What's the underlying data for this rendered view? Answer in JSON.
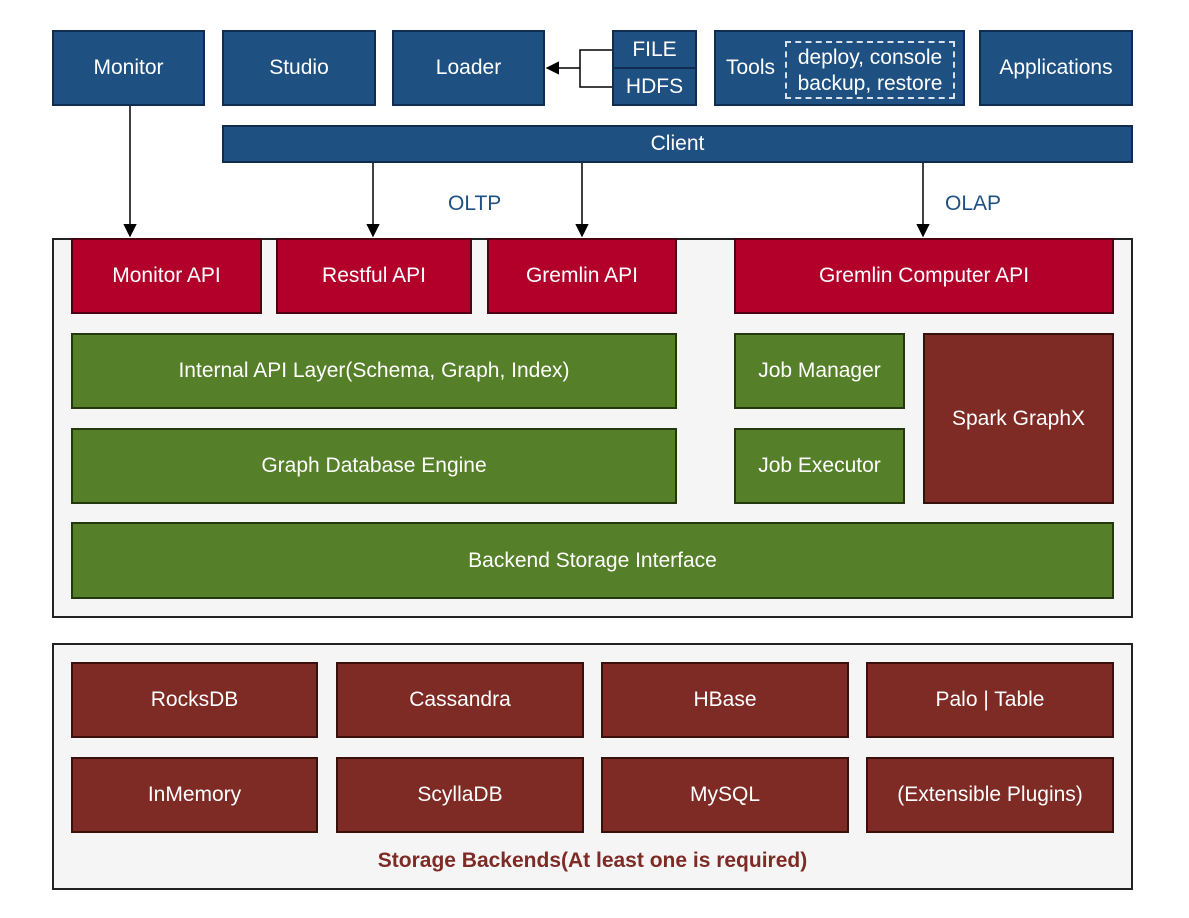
{
  "top": {
    "monitor": "Monitor",
    "studio": "Studio",
    "loader": "Loader",
    "file": "FILE",
    "hdfs": "HDFS",
    "tools": "Tools",
    "tools_cmds": [
      "deploy, console",
      "backup, restore"
    ],
    "applications": "Applications"
  },
  "client": "Client",
  "labels": {
    "oltp": "OLTP",
    "olap": "OLAP"
  },
  "server": {
    "apis": [
      "Monitor API",
      "Restful API",
      "Gremlin API",
      "Gremlin Computer API"
    ],
    "internal_api": "Internal API Layer(Schema, Graph, Index)",
    "engine": "Graph Database Engine",
    "job_manager": "Job Manager",
    "job_executor": "Job Executor",
    "spark": "Spark GraphX",
    "backend_interface": "Backend Storage Interface"
  },
  "storage": {
    "items": [
      "RocksDB",
      "Cassandra",
      "HBase",
      "Palo | Table",
      "InMemory",
      "ScyllaDB",
      "MySQL",
      "(Extensible Plugins)"
    ],
    "caption": "Storage Backends(At least one is required)"
  }
}
